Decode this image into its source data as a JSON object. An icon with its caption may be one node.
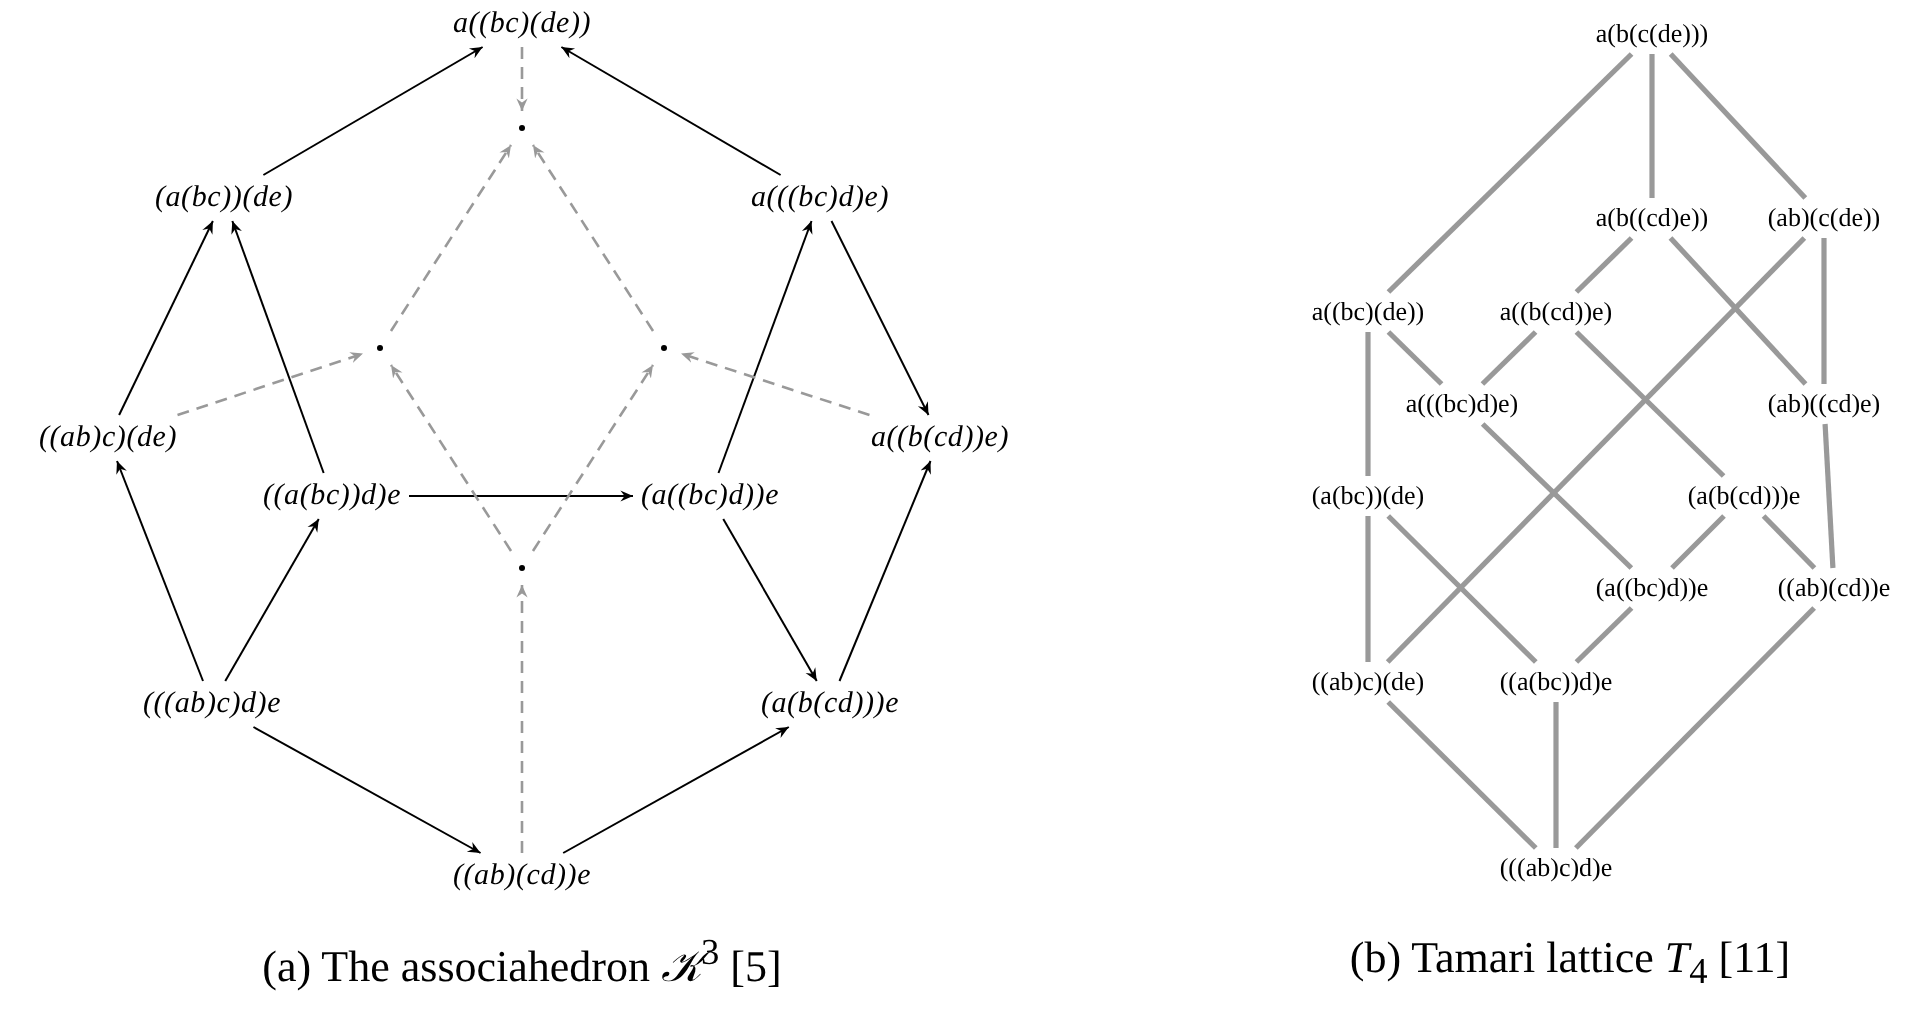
{
  "diagram": {
    "nodes": [
      {
        "text": [
          "a((bc)(de))"
        ]
      },
      {
        "text": [
          "(a(bc))(de)"
        ]
      },
      {
        "text": [
          "a(((bc)d)e)"
        ]
      },
      {
        "text": [
          "((ab)c)(de)"
        ]
      },
      {
        "text": [
          "((a(bc))d)e"
        ]
      },
      {
        "text": [
          "(a((bc)d))e"
        ]
      },
      {
        "text": [
          "a((b(cd))e)"
        ]
      },
      {
        "text": [
          "(((ab)c)d)e"
        ]
      },
      {
        "text": [
          "(a(b(cd)))e"
        ]
      },
      {
        "text": [
          "((ab)(cd))e"
        ]
      },
      {
        "text": [],
        "shape": "dot"
      },
      {
        "text": [],
        "shape": "dot"
      },
      {
        "text": [],
        "shape": "dot"
      },
      {
        "text": [],
        "shape": "dot"
      },
      {
        "text": [
          "a(b(c(de)))"
        ]
      },
      {
        "text": [
          "a(b((cd)e))"
        ]
      },
      {
        "text": [
          "(ab)(c(de))"
        ]
      },
      {
        "text": [
          "a((bc)(de))"
        ]
      },
      {
        "text": [
          "a((b(cd))e)"
        ]
      },
      {
        "text": [
          "a(((bc)d)e)"
        ]
      },
      {
        "text": [
          "(ab)((cd)e)"
        ]
      },
      {
        "text": [
          "(a(bc))(de)"
        ]
      },
      {
        "text": [
          "(a(b(cd)))e"
        ]
      },
      {
        "text": [
          "(a((bc)d))e"
        ]
      },
      {
        "text": [
          "((ab)(cd))e"
        ]
      },
      {
        "text": [
          "((ab)c)(de)"
        ]
      },
      {
        "text": [
          "((a(bc))d)e"
        ]
      },
      {
        "text": [
          "(((ab)c)d)e"
        ]
      }
    ],
    "edges": [
      {
        "from": 1,
        "to": 0,
        "arrow": "to",
        "color": "#000000"
      },
      {
        "from": 2,
        "to": 0,
        "arrow": "to",
        "color": "#000000"
      },
      {
        "from": 3,
        "to": 1,
        "arrow": "to",
        "color": "#000000"
      },
      {
        "from": 4,
        "to": 1,
        "arrow": "to",
        "color": "#000000"
      },
      {
        "from": 5,
        "to": 2,
        "arrow": "to",
        "color": "#000000"
      },
      {
        "from": 2,
        "to": 6,
        "arrow": "to",
        "color": "#000000"
      },
      {
        "from": 4,
        "to": 5,
        "arrow": "to",
        "color": "#000000"
      },
      {
        "from": 7,
        "to": 3,
        "arrow": "to",
        "color": "#000000"
      },
      {
        "from": 7,
        "to": 4,
        "arrow": "to",
        "color": "#000000"
      },
      {
        "from": 5,
        "to": 8,
        "arrow": "to",
        "color": "#000000"
      },
      {
        "from": 8,
        "to": 6,
        "arrow": "to",
        "color": "#000000"
      },
      {
        "from": 7,
        "to": 9,
        "arrow": "to",
        "color": "#000000"
      },
      {
        "from": 9,
        "to": 8,
        "arrow": "to",
        "color": "#000000"
      },
      {
        "from": 0,
        "to": 10,
        "arrow": "to",
        "style": "dashed"
      },
      {
        "from": 11,
        "to": 10,
        "arrow": "to",
        "style": "dashed"
      },
      {
        "from": 12,
        "to": 10,
        "arrow": "to",
        "style": "dashed"
      },
      {
        "from": 3,
        "to": 11,
        "arrow": "to",
        "style": "dashed"
      },
      {
        "from": 6,
        "to": 12,
        "arrow": "to",
        "style": "dashed"
      },
      {
        "from": 13,
        "to": 11,
        "arrow": "to",
        "style": "dashed"
      },
      {
        "from": 13,
        "to": 12,
        "arrow": "to",
        "style": "dashed"
      },
      {
        "from": 9,
        "to": 13,
        "arrow": "to",
        "style": "dashed"
      },
      {
        "from": 14,
        "to": 17,
        "arrow": "none"
      },
      {
        "from": 14,
        "to": 15,
        "arrow": "none"
      },
      {
        "from": 14,
        "to": 16,
        "arrow": "none"
      },
      {
        "from": 15,
        "to": 18,
        "arrow": "none"
      },
      {
        "from": 15,
        "to": 20,
        "arrow": "none"
      },
      {
        "from": 16,
        "to": 25,
        "arrow": "none"
      },
      {
        "from": 16,
        "to": 20,
        "arrow": "none"
      },
      {
        "from": 17,
        "to": 21,
        "arrow": "none"
      },
      {
        "from": 17,
        "to": 19,
        "arrow": "none"
      },
      {
        "from": 18,
        "to": 19,
        "arrow": "none"
      },
      {
        "from": 18,
        "to": 22,
        "arrow": "none"
      },
      {
        "from": 19,
        "to": 23,
        "arrow": "none"
      },
      {
        "from": 21,
        "to": 26,
        "arrow": "none"
      },
      {
        "from": 21,
        "to": 25,
        "arrow": "none"
      },
      {
        "from": 22,
        "to": 23,
        "arrow": "none"
      },
      {
        "from": 22,
        "to": 24,
        "arrow": "none"
      },
      {
        "from": 20,
        "to": 24,
        "arrow": "none"
      },
      {
        "from": 23,
        "to": 26,
        "arrow": "none"
      },
      {
        "from": 24,
        "to": 27,
        "arrow": "none"
      },
      {
        "from": 26,
        "to": 27,
        "arrow": "none"
      },
      {
        "from": 25,
        "to": 27,
        "arrow": "none"
      }
    ],
    "labels": [
      "(a) The associahedron *𝒦*$^{3}$ [5]",
      "(b) Tamari lattice *T*$_{4}$ [11]"
    ]
  }
}
